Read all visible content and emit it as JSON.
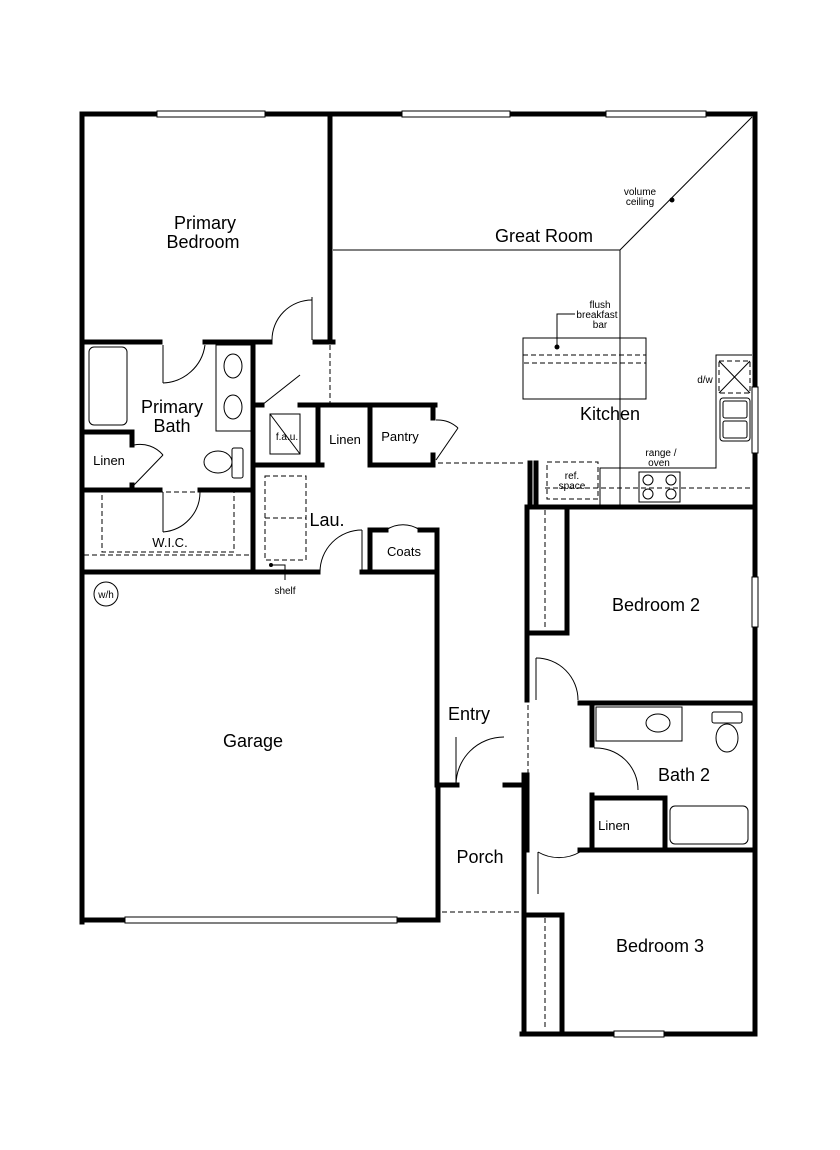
{
  "rooms": {
    "primary_bedroom": [
      "Primary",
      "Bedroom"
    ],
    "great_room": "Great Room",
    "volume_ceiling": [
      "volume",
      "ceiling"
    ],
    "flush_bar": [
      "flush",
      "breakfast",
      "bar"
    ],
    "kitchen": "Kitchen",
    "dw": "d/w",
    "range_oven": [
      "range /",
      "oven"
    ],
    "ref_space": [
      "ref.",
      "space"
    ],
    "primary_bath": [
      "Primary",
      "Bath"
    ],
    "linen_bath": "Linen",
    "fau": "f.a.u.",
    "linen_hall": "Linen",
    "pantry": "Pantry",
    "laundry": "Lau.",
    "coats": "Coats",
    "wic": "W.I.C.",
    "shelf": "shelf",
    "wh": "w/h",
    "bedroom2": "Bedroom 2",
    "entry": "Entry",
    "garage": "Garage",
    "bath2": "Bath 2",
    "linen_bath2": "Linen",
    "porch": "Porch",
    "bedroom3": "Bedroom 3"
  }
}
